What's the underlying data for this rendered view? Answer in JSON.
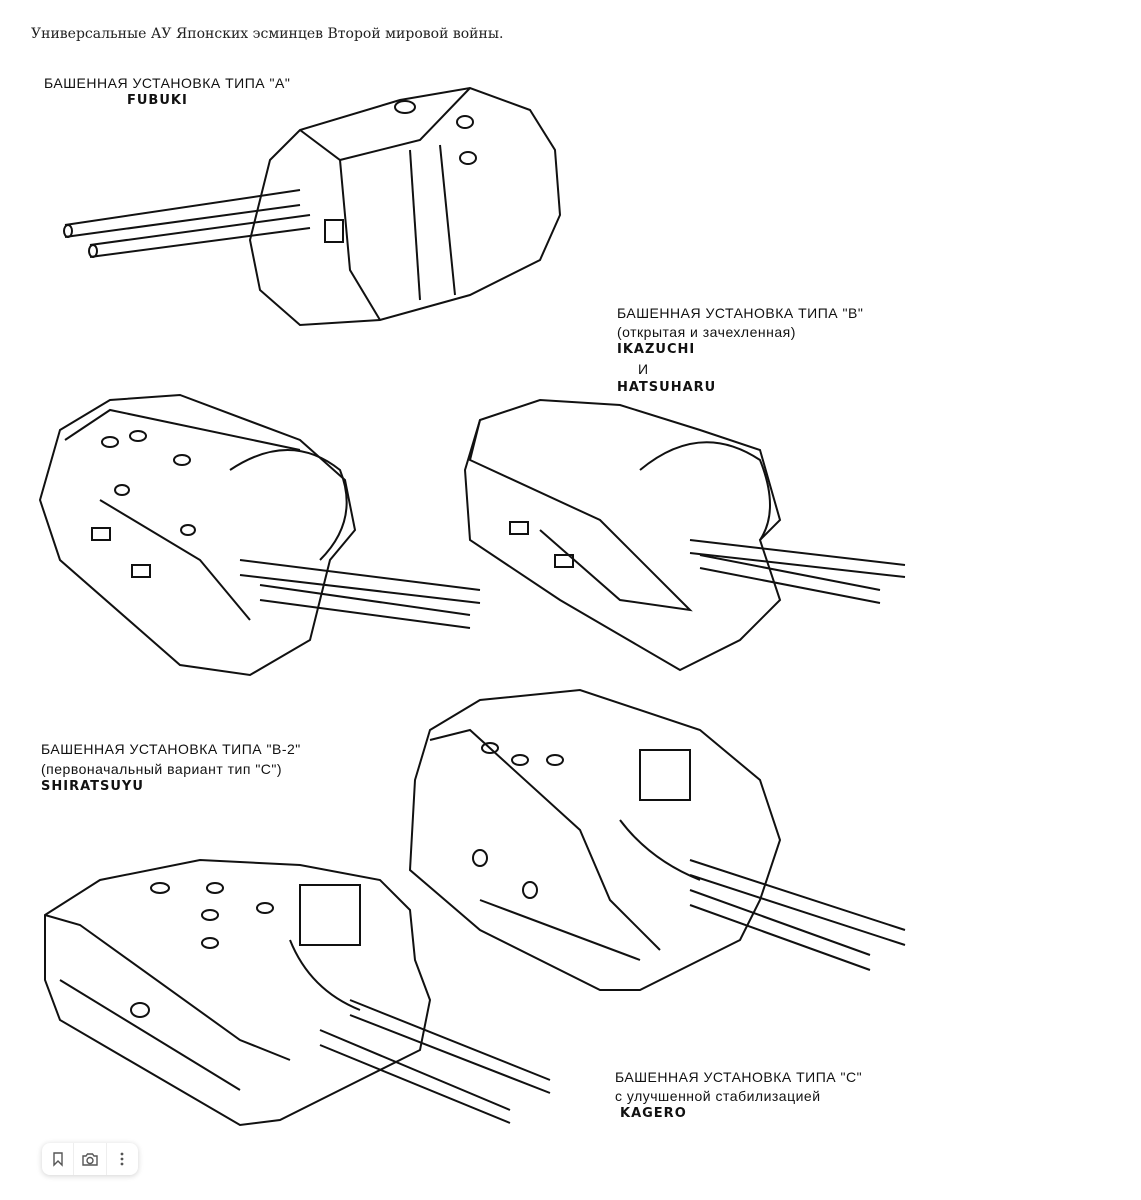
{
  "title": "Универсальные АУ Японских эсминцев Второй мировой войны.",
  "mounts": [
    {
      "line1": "БАШЕННАЯ  УСТАНОВКА  ТИПА  \"А\"",
      "line2": "",
      "ship": "FUBUKI"
    },
    {
      "line1": "БАШЕННАЯ  УСТАНОВКА  ТИПА  \"В\"",
      "line2": "(открытая  и  зачехленная)",
      "ship": "IKAZUCHI",
      "and": "И",
      "ship2": "HATSUHARU"
    },
    {
      "line1": "БАШЕННАЯ  УСТАНОВКА  ТИПА  \"В-2\"",
      "line2": "(первоначальный вариант тип \"С\")",
      "ship": "SHIRATSUYU"
    },
    {
      "line1": "БАШЕННАЯ  УСТАНОВКА  ТИПА  \"С\"",
      "line2": "с улучшенной стабилизацией",
      "ship": "KAGERO"
    }
  ],
  "toolbar": {
    "icons": [
      "bookmark-icon",
      "camera-search-icon",
      "more-vertical-icon"
    ]
  }
}
